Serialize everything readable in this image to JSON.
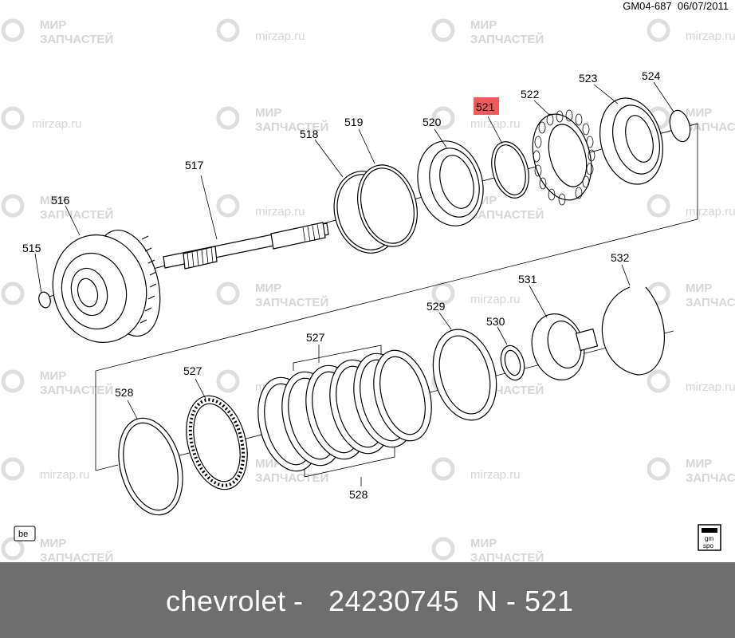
{
  "header": {
    "code": "GM04-687",
    "date": "06/07/2011"
  },
  "callouts": [
    "515",
    "516",
    "517",
    "518",
    "519",
    "520",
    "521",
    "522",
    "523",
    "524",
    "527",
    "527",
    "528",
    "528",
    "529",
    "530",
    "531",
    "532"
  ],
  "highlighted_callout": "521",
  "highlight_color": "#f05a5a",
  "watermark": {
    "line1": "МИР",
    "line2": "ЗАПЧАСТЕЙ",
    "site": "mirzap.ru"
  },
  "corner_badge": "be",
  "gm_logo": {
    "top": "gm",
    "bottom": "spo"
  },
  "footer": {
    "brand": "chevrolet",
    "part_number": "24230745",
    "sep": "-",
    "ref": "N - 521"
  }
}
